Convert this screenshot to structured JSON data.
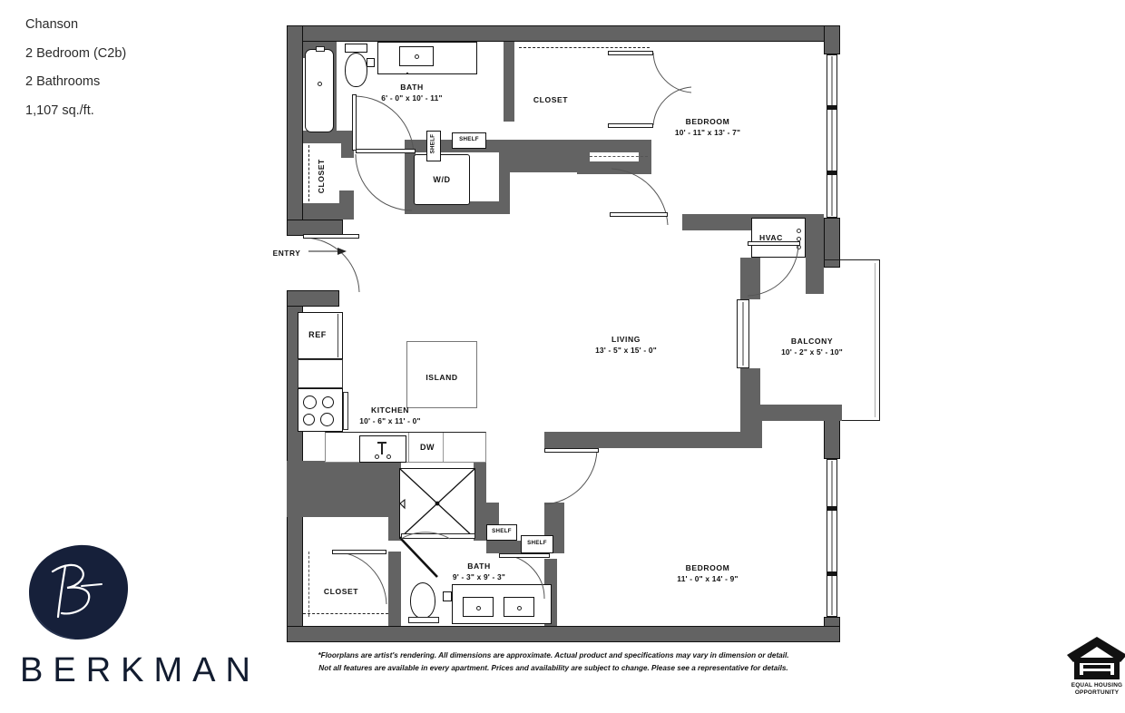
{
  "header": {
    "name": "Chanson",
    "bedrooms": "2 Bedroom (C2b)",
    "bathrooms": "2 Bathrooms",
    "area": "1,107 sq./ft."
  },
  "plan": {
    "entry_label": "ENTRY",
    "rooms": [
      {
        "name": "BATH",
        "dim": "6' - 0\" x 10' - 11\""
      },
      {
        "name": "CLOSET",
        "dim": ""
      },
      {
        "name": "BEDROOM",
        "dim": "10' - 11\" x 13' - 7\""
      },
      {
        "name": "CLOSET",
        "dim": ""
      },
      {
        "name": "LIVING",
        "dim": "13' - 5\" x 15' - 0\""
      },
      {
        "name": "BALCONY",
        "dim": "10' - 2\" x 5' - 10\""
      },
      {
        "name": "KITCHEN",
        "dim": "10' - 6\" x 11' - 0\""
      },
      {
        "name": "BATH",
        "dim": "9' - 3\" x 9' - 3\""
      },
      {
        "name": "BEDROOM",
        "dim": "11' - 0\" x 14' - 9\""
      },
      {
        "name": "CLOSET",
        "dim": ""
      }
    ],
    "fixtures": {
      "washer_dryer": "W/D",
      "shelf": "SHELF",
      "hvac": "HVAC",
      "refrigerator": "REF",
      "island": "ISLAND",
      "dishwasher": "DW"
    }
  },
  "disclaimer": {
    "line1": "*Floorplans are artist's rendering. All dimensions are approximate. Actual product and specifications may vary in dimension or detail.",
    "line2": "Not all features are available in every apartment. Prices and availability are subject to change. Please see a representative for details."
  },
  "branding": {
    "wordmark": "BERKMAN",
    "monogram": "B",
    "logo_color": "#16203a"
  },
  "eho": {
    "line1": "EQUAL HOUSING",
    "line2": "OPPORTUNITY"
  }
}
